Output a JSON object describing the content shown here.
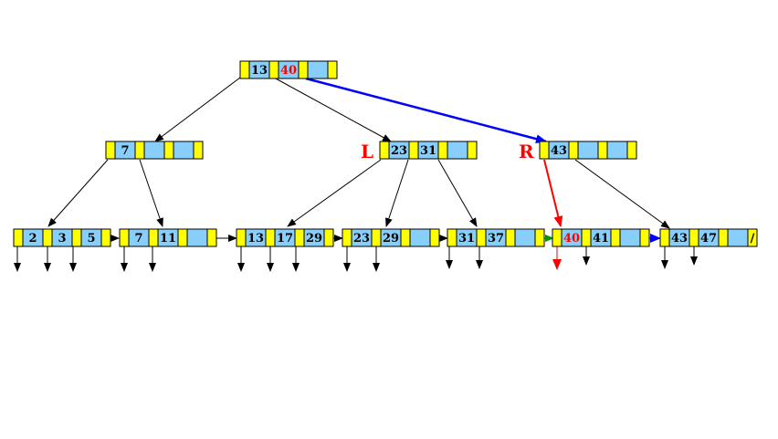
{
  "colors": {
    "pointer_cell": "#ffff00",
    "key_cell": "#87cefa",
    "outline": "#000000",
    "edge": "#000000",
    "highlight": "#ff0000",
    "blue_edge": "#0000ff",
    "green_edge": "#009900"
  },
  "tree": {
    "root": {
      "keys": [
        "13",
        "40"
      ],
      "highlight_key": "40"
    },
    "level1": [
      {
        "keys": [
          "7"
        ],
        "label": ""
      },
      {
        "keys": [
          "23",
          "31"
        ],
        "label": "L"
      },
      {
        "keys": [
          "43"
        ],
        "label": "R"
      }
    ],
    "leaves": [
      {
        "keys": [
          "2",
          "3",
          "5"
        ]
      },
      {
        "keys": [
          "7",
          "11"
        ]
      },
      {
        "keys": [
          "13",
          "17",
          "29"
        ]
      },
      {
        "keys": [
          "23",
          "29"
        ]
      },
      {
        "keys": [
          "31",
          "37"
        ]
      },
      {
        "keys": [
          "40",
          "41"
        ],
        "highlight_key": "40"
      },
      {
        "keys": [
          "43",
          "47"
        ],
        "last_leaf_marker": "/"
      }
    ]
  }
}
